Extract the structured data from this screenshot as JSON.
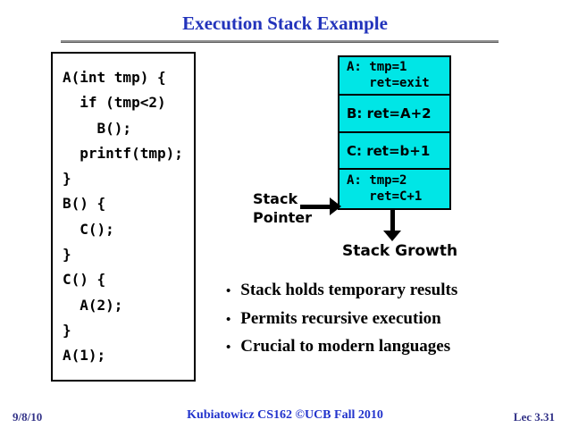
{
  "colors": {
    "title_blue": "#2233bb",
    "footer_blue": "#2233cc",
    "footer_navy": "#333388",
    "stack_fill": "#00e6e6",
    "rule_gray": "#8f8f8f"
  },
  "slide": {
    "title": "Execution Stack Example",
    "code": {
      "lines": [
        "A(int tmp) {",
        "  if (tmp<2)",
        "    B();",
        "  printf(tmp);",
        "}",
        "B() {",
        "  C();",
        "}",
        "C() {",
        "  A(2);",
        "}",
        "A(1);"
      ]
    },
    "stack": {
      "frames": [
        {
          "lines": [
            "A: tmp=1",
            "   ret=exit"
          ]
        },
        {
          "lines": [
            "B: ret=A+2"
          ]
        },
        {
          "lines": [
            "C: ret=b+1"
          ]
        },
        {
          "lines": [
            "A: tmp=2",
            "   ret=C+1"
          ]
        }
      ],
      "pointer_label": {
        "line1": "Stack",
        "line2": "Pointer"
      },
      "growth_label": "Stack Growth"
    },
    "bullets": {
      "marker": "•",
      "items": [
        "Stack holds temporary results",
        "Permits recursive execution",
        "Crucial to modern languages"
      ]
    },
    "footer": {
      "date": "9/8/10",
      "center": "Kubiatowicz CS162 ©UCB Fall 2010",
      "lecture": "Lec 3.31"
    }
  }
}
